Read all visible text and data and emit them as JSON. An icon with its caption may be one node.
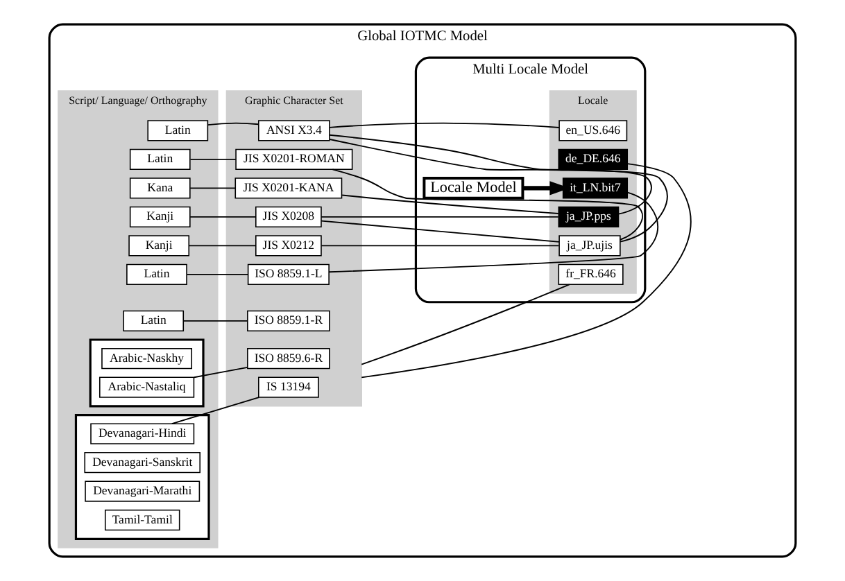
{
  "diagram": {
    "nodes": [
      {
        "text": [
          "Global IOTMC Model"
        ]
      },
      {
        "text": [
          "Multi Locale Model"
        ],
        "in": 0
      },
      {
        "text": [
          "Locale"
        ],
        "in": 1
      },
      {
        "text": [
          "en_US.646"
        ],
        "in": 2
      },
      {
        "text": [
          "de_DE.646"
        ],
        "in": 2
      },
      {
        "text": [
          "it_LN.bit7"
        ],
        "in": 2
      },
      {
        "text": [
          "ja_JP.pps"
        ],
        "in": 2
      },
      {
        "text": [
          "ja_JP.ujis"
        ],
        "in": 2
      },
      {
        "text": [
          "fr_FR.646"
        ],
        "in": 2
      },
      {
        "text": [
          "Locale Model"
        ],
        "in": 1
      },
      {
        "text": [
          "Graphic Character Set"
        ],
        "in": 0
      },
      {
        "text": [
          "ANSI X3.4"
        ],
        "in": 10
      },
      {
        "text": [
          "JIS X0201-ROMAN"
        ],
        "in": 10
      },
      {
        "text": [
          "JIS X0201-KANA"
        ],
        "in": 10
      },
      {
        "text": [
          "JIS X0208"
        ],
        "in": 10
      },
      {
        "text": [
          "JIS X0212"
        ],
        "in": 10
      },
      {
        "text": [
          "ISO 8859.1-L"
        ],
        "in": 10
      },
      {
        "text": [
          "ISO 8859.1-R"
        ],
        "in": 10
      },
      {
        "text": [
          "ISO 8859.6-R"
        ],
        "in": 10
      },
      {
        "text": [
          "IS 13194"
        ],
        "in": 10
      },
      {
        "text": [
          "Script/ Language/ Orthography"
        ],
        "in": 0
      },
      {
        "text": [
          "Latin"
        ],
        "in": 20
      },
      {
        "text": [
          "Latin"
        ],
        "in": 20
      },
      {
        "text": [
          "Kana"
        ],
        "in": 20
      },
      {
        "text": [
          "Kanji"
        ],
        "in": 20
      },
      {
        "text": [
          "Kanji"
        ],
        "in": 20
      },
      {
        "text": [
          "Latin"
        ],
        "in": 20
      },
      {
        "text": [
          "Latin"
        ],
        "in": 20
      },
      {
        "text": [],
        "shape": "box",
        "in": 20
      },
      {
        "text": [
          "Arabic-Naskhy"
        ],
        "in": 28
      },
      {
        "text": [
          "Arabic-Nastaliq"
        ],
        "in": 28
      },
      {
        "text": [],
        "shape": "box",
        "in": 20
      },
      {
        "text": [
          "Devanagari-Hindi"
        ],
        "in": 31
      },
      {
        "text": [
          "Devanagari-Sanskrit"
        ],
        "in": 31
      },
      {
        "text": [
          "Devanagari-Marathi"
        ],
        "in": 31
      },
      {
        "text": [
          "Tamil-Tamil"
        ],
        "in": 31
      }
    ],
    "edges": [
      {
        "from": 9,
        "to": 5,
        "arrow": "to",
        "style": "thick"
      },
      {
        "from": 3,
        "to": 11,
        "arrow": "none"
      },
      {
        "from": 4,
        "to": 10,
        "arrow": "none"
      },
      {
        "from": 5,
        "to": 16,
        "arrow": "none"
      },
      {
        "from": 6,
        "to": 11,
        "arrow": "none"
      },
      {
        "from": 6,
        "to": 13,
        "arrow": "none"
      },
      {
        "from": 6,
        "to": 14,
        "arrow": "none"
      },
      {
        "from": 7,
        "to": 11,
        "arrow": "none"
      },
      {
        "from": 7,
        "to": 12,
        "arrow": "none"
      },
      {
        "from": 7,
        "to": 14,
        "arrow": "none"
      },
      {
        "from": 7,
        "to": 15,
        "arrow": "none"
      },
      {
        "from": 8,
        "to": 10,
        "arrow": "none"
      },
      {
        "from": 11,
        "to": 21,
        "arrow": "none"
      },
      {
        "from": 12,
        "to": 22,
        "arrow": "none"
      },
      {
        "from": 13,
        "to": 23,
        "arrow": "none"
      },
      {
        "from": 14,
        "to": 24,
        "arrow": "none"
      },
      {
        "from": 15,
        "to": 25,
        "arrow": "none"
      },
      {
        "from": 16,
        "to": 26,
        "arrow": "none"
      },
      {
        "from": 17,
        "to": 27,
        "arrow": "none"
      },
      {
        "from": 18,
        "to": 30,
        "arrow": "none"
      },
      {
        "from": 19,
        "to": 32,
        "arrow": "none"
      }
    ]
  }
}
